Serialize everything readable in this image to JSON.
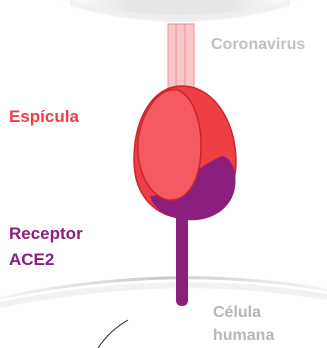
{
  "labels": {
    "coronavirus": "Coronavirus",
    "spike": "Espícula",
    "receptor_line1": "Receptor",
    "receptor_line2": "ACE2",
    "cell_line1": "Célula",
    "cell_line2": "humana"
  },
  "colors": {
    "virus_stalk_fill": "#f9c6c9",
    "virus_stalk_stroke": "#f08f96",
    "virus_shadow": "#e6e6e6",
    "spike_fill": "#f03e45",
    "spike_front": "#f45a60",
    "spike_stroke": "#c9252c",
    "receptor": "#8a1f7e",
    "cell_membrane": "#d0d0d0",
    "coronavirus_label": "#c0c0c0",
    "spike_label": "#f03e45",
    "receptor_label": "#8a1f7e",
    "cell_label": "#b7b7b7"
  }
}
